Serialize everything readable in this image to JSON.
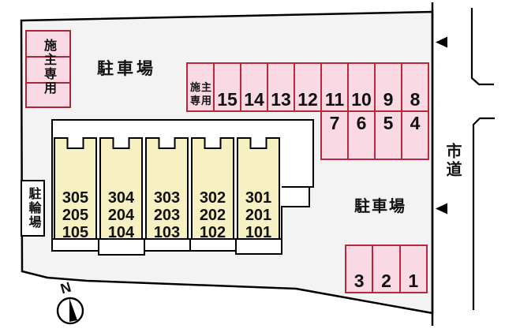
{
  "diagram": {
    "site_labels": {
      "parking_area_top": "駐車場",
      "parking_area_bottom": "駐車場",
      "city_road": "市道",
      "north": "N"
    },
    "owner_reserved_box": {
      "label": "施主専用"
    },
    "parking": {
      "owner_cell_line1": "施主",
      "owner_cell_line2": "専用",
      "row_top": [
        "15",
        "14",
        "13",
        "12",
        "11",
        "10",
        "9",
        "8"
      ],
      "row_second": [
        "7",
        "6",
        "5",
        "4"
      ],
      "row_bottom": [
        "3",
        "2",
        "1"
      ]
    },
    "bicycle_parking": {
      "label": "駐輪場"
    },
    "building": {
      "units": [
        {
          "rooms": [
            "305",
            "205",
            "105"
          ]
        },
        {
          "rooms": [
            "304",
            "204",
            "104"
          ]
        },
        {
          "rooms": [
            "303",
            "203",
            "103"
          ]
        },
        {
          "rooms": [
            "302",
            "202",
            "102"
          ]
        },
        {
          "rooms": [
            "301",
            "201",
            "101"
          ]
        }
      ]
    },
    "colors": {
      "site_fill": "#f3f3f3",
      "parking_fill": "#f9d9e3",
      "parking_border": "#b5293f",
      "unit_fill": "#f6f0c3",
      "line": "#000000"
    }
  }
}
